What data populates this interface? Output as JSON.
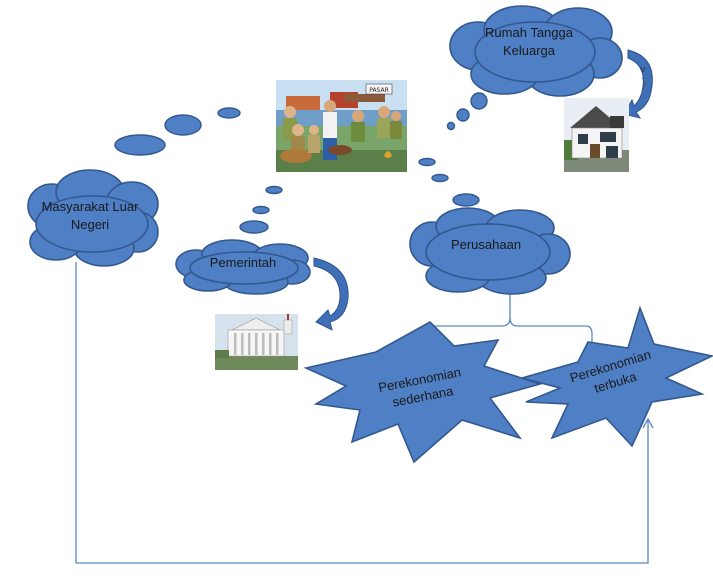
{
  "nodes": {
    "rumah_tangga": {
      "line1": "Rumah Tangga",
      "line2": "Keluarga"
    },
    "masyarakat": {
      "line1": "Masyarakat Luar",
      "line2": "Negeri"
    },
    "pemerintah": {
      "label": "Pemerintah"
    },
    "perusahaan": {
      "label": "Perusahaan"
    },
    "perekonomian_sederhana": {
      "line1": "Perekonomian",
      "line2": "sederhana"
    },
    "perekonomian_terbuka": {
      "line1": "Perekonomian",
      "line2": "terbuka"
    }
  },
  "images": {
    "market": {
      "sign": "PASAR"
    }
  },
  "colors": {
    "shape_fill": "#4f7fc4",
    "shape_stroke": "#33588f",
    "connector": "#5b86c2"
  }
}
